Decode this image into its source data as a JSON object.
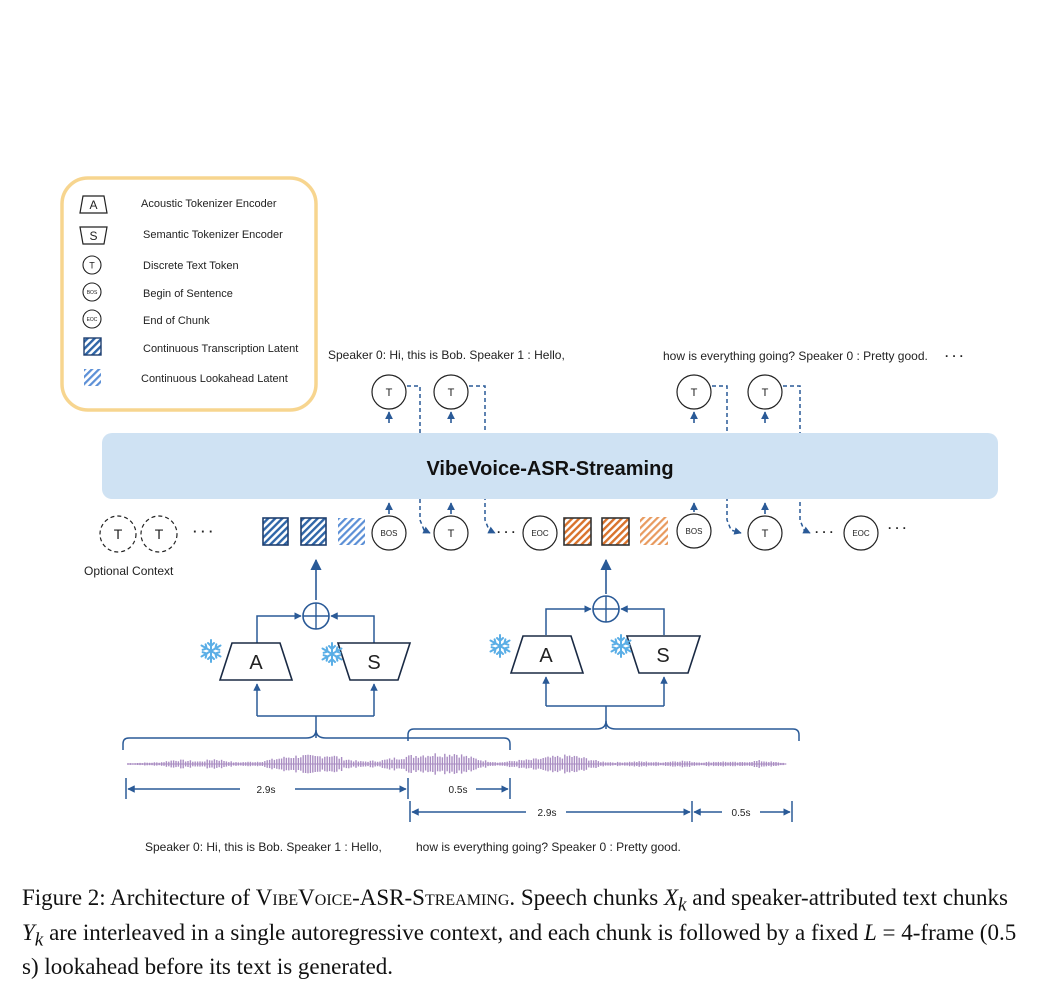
{
  "legend": {
    "items": [
      {
        "symbol": "A",
        "label": "Acoustic Tokenizer Encoder"
      },
      {
        "symbol": "S",
        "label": "Semantic Tokenizer Encoder"
      },
      {
        "symbol": "T",
        "label": "Discrete Text Token"
      },
      {
        "symbol": "BOS",
        "label": "Begin of Sentence"
      },
      {
        "symbol": "EOC",
        "label": "End of Chunk"
      },
      {
        "symbol": "",
        "label": "Continuous Transcription Latent"
      },
      {
        "symbol": "",
        "label": "Continuous Lookahead Latent"
      }
    ]
  },
  "model_name": "VibeVoice-ASR-Streaming",
  "output_text_1": "Speaker 0: Hi, this is Bob. Speaker 1 : Hello,",
  "output_text_2": "how is everything going? Speaker 0 : Pretty good.",
  "ellipsis": "· · ·",
  "token_labels": {
    "t": "T",
    "bos": "BOS",
    "eoc": "EOC",
    "a": "A",
    "s": "S"
  },
  "optional_context_label": "Optional Context",
  "durations": {
    "d1": "2.9s",
    "d2": "0.5s",
    "d3": "2.9s",
    "d4": "0.5s"
  },
  "transcript_1": "Speaker 0: Hi, this is Bob. Speaker 1 : Hello,",
  "transcript_2": "how is everything going? Speaker 0 : Pretty good.",
  "caption": {
    "prefix": "Figure 2: Architecture of ",
    "name": "VibeVoice-ASR-Streaming",
    "p1": ". Speech chunks ",
    "xk": "X",
    "xsub": "k",
    "p2": " and speaker-attributed text chunks ",
    "yk": "Y",
    "ysub": "k",
    "p3": " are interleaved in a single autoregressive context, and each chunk is followed by a fixed ",
    "lvar": "L",
    "p4": " = 4-frame (0.5 s) lookahead before its text is generated."
  },
  "colors": {
    "legend_border": "#f7d58f",
    "model_fill": "#cfe2f3",
    "transcription_latent": "#2f66a8",
    "lookahead_latent": "#5b8fd6",
    "orange_latent": "#d9732c",
    "arrow": "#2a5a97",
    "waveform": "#a98cc2",
    "snowflake": "#5aaee6"
  }
}
